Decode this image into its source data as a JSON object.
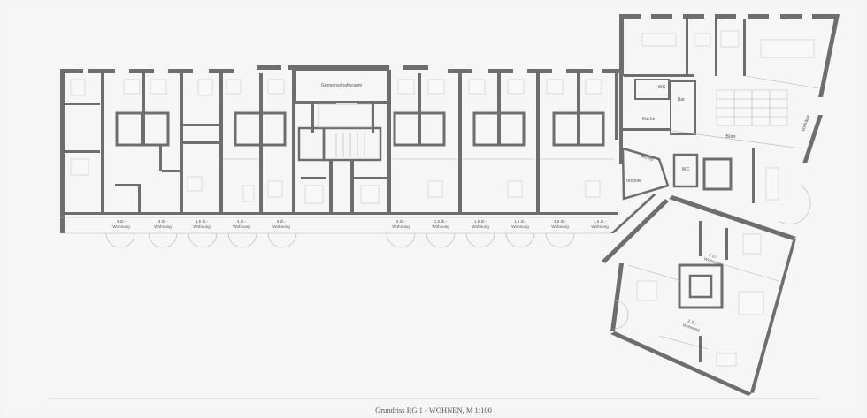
{
  "rooms": {
    "gemeinschaftsraum": "Gemeinschaftsraum",
    "wc_1": "WC",
    "bar": "Bar",
    "kueche": "Küche",
    "buero": "Büro",
    "vortrag": "Vorträge",
    "server": "Server",
    "wc_2": "WC",
    "technik": "Technik"
  },
  "apartments": [
    {
      "type": "3 Zi.-",
      "label": "Wohnung"
    },
    {
      "type": "3 Zi.-",
      "label": "Wohnung"
    },
    {
      "type": "1,5 Zi.-",
      "label": "Wohnung"
    },
    {
      "type": "3 Zi.-",
      "label": "Wohnung"
    },
    {
      "type": "3 Zi.-",
      "label": "Wohnung"
    },
    {
      "type": "3 Zi.-",
      "label": "Wohnung"
    },
    {
      "type": "1,5 Zi.-",
      "label": "Wohnung"
    },
    {
      "type": "1,5 Zi.-",
      "label": "Wohnung"
    },
    {
      "type": "1,5 Zi.-",
      "label": "Wohnung"
    }
  ],
  "wing_apartments": [
    {
      "type": "2 Zi.-",
      "label": "Wohnung"
    },
    {
      "type": "2 Zi.-",
      "label": "Wohnung"
    }
  ],
  "caption": "Grundriss RG 1 - WOHNEN, M 1:100",
  "colors": {
    "background": "#f4f4f4",
    "wall": "#6e6e6e",
    "line": "#b3b3b3"
  }
}
